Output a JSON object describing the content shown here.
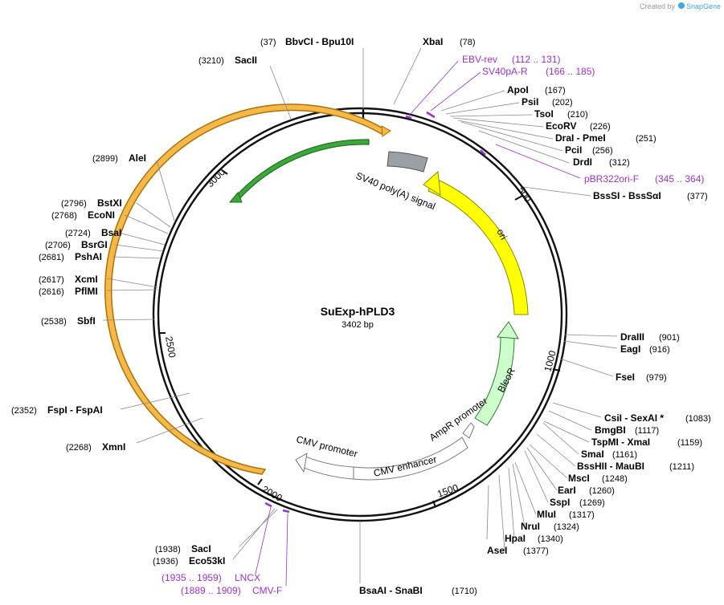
{
  "credit": {
    "text": "Created by",
    "brand": "SnapGene"
  },
  "plasmid": {
    "name": "SuExp-hPLD3",
    "length_label": "3402 bp",
    "total_bp": 3402
  },
  "ring_ticks": [
    "500",
    "1000",
    "1500",
    "2000",
    "2500",
    "3000"
  ],
  "features": [
    {
      "label": "SV40 poly(A) signal",
      "color": "#9aa0a6"
    },
    {
      "label": "ori",
      "color": "#ffff00"
    },
    {
      "label": "BleoR",
      "color": "#ccffcc"
    },
    {
      "label": "AmpR promoter",
      "color": "#ffffff"
    },
    {
      "label": "CMV enhancer",
      "color": "#ffffff"
    },
    {
      "label": "CMV promoter",
      "color": "#ffffff"
    },
    {
      "label": "",
      "color": "#f5b94b"
    },
    {
      "label": "",
      "color": "#3aa83a"
    }
  ],
  "sites": [
    {
      "pre": "(37)",
      "name": "BbvCI  -  Bpu10I",
      "post": ""
    },
    {
      "pre": "",
      "name": "XbaI",
      "post": "(78)"
    },
    {
      "pre": "(3210)",
      "name": "SacII",
      "post": ""
    },
    {
      "pre": "",
      "name": "ApoI",
      "post": "(167)"
    },
    {
      "pre": "",
      "name": "PsiI",
      "post": "(202)"
    },
    {
      "pre": "",
      "name": "TsoI",
      "post": "(210)"
    },
    {
      "pre": "",
      "name": "EcoRV",
      "post": "(226)"
    },
    {
      "pre": "",
      "name": "DraI  -  PmeI",
      "post": "(251)"
    },
    {
      "pre": "",
      "name": "PciI",
      "post": "(256)"
    },
    {
      "pre": "",
      "name": "DrdI",
      "post": "(312)"
    },
    {
      "pre": "",
      "name": "BssSI  -  BssSαI",
      "post": "(377)"
    },
    {
      "pre": "(2899)",
      "name": "AleI",
      "post": ""
    },
    {
      "pre": "(2796)",
      "name": "BstXI",
      "post": ""
    },
    {
      "pre": "(2768)",
      "name": "EcoNI",
      "post": ""
    },
    {
      "pre": "(2724)",
      "name": "BsaI",
      "post": ""
    },
    {
      "pre": "(2706)",
      "name": "BsrGI",
      "post": ""
    },
    {
      "pre": "(2681)",
      "name": "PshAI",
      "post": ""
    },
    {
      "pre": "(2617)",
      "name": "XcmI",
      "post": ""
    },
    {
      "pre": "(2616)",
      "name": "PflMI",
      "post": ""
    },
    {
      "pre": "(2538)",
      "name": "SbfI",
      "post": ""
    },
    {
      "pre": "",
      "name": "DraIII",
      "post": "(901)"
    },
    {
      "pre": "",
      "name": "EagI",
      "post": "(916)"
    },
    {
      "pre": "",
      "name": "FseI",
      "post": "(979)"
    },
    {
      "pre": "",
      "name": "CsiI  -  SexAI *",
      "post": "(1083)"
    },
    {
      "pre": "",
      "name": "BmgBI",
      "post": "(1117)"
    },
    {
      "pre": "",
      "name": "TspMI  -  XmaI",
      "post": "(1159)"
    },
    {
      "pre": "",
      "name": "SmaI",
      "post": "(1161)"
    },
    {
      "pre": "",
      "name": "BssHII  -  MauBI",
      "post": "(1211)"
    },
    {
      "pre": "",
      "name": "MscI",
      "post": "(1248)"
    },
    {
      "pre": "",
      "name": "EarI",
      "post": "(1260)"
    },
    {
      "pre": "",
      "name": "SspI",
      "post": "(1269)"
    },
    {
      "pre": "",
      "name": "MluI",
      "post": "(1317)"
    },
    {
      "pre": "",
      "name": "NruI",
      "post": "(1324)"
    },
    {
      "pre": "",
      "name": "HpaI",
      "post": "(1340)"
    },
    {
      "pre": "",
      "name": "AseI",
      "post": "(1377)"
    },
    {
      "pre": "(2352)",
      "name": "FspI  -  FspAI",
      "post": ""
    },
    {
      "pre": "(2268)",
      "name": "XmnI",
      "post": ""
    },
    {
      "pre": "(1938)",
      "name": "SacI",
      "post": ""
    },
    {
      "pre": "(1936)",
      "name": "Eco53kI",
      "post": ""
    },
    {
      "pre": "",
      "name": "BsaAI  -  SnaBI",
      "post": "(1710)"
    }
  ],
  "primers": [
    {
      "name": "EBV-rev",
      "range": "(112 .. 131)"
    },
    {
      "name": "SV40pA-R",
      "range": "(166 .. 185)"
    },
    {
      "name": "pBR322ori-F",
      "range": "(345 .. 364)"
    },
    {
      "name": "LNCX",
      "range": "(1935 .. 1959)"
    },
    {
      "name": "CMV-F",
      "range": "(1889 .. 1909)"
    }
  ]
}
